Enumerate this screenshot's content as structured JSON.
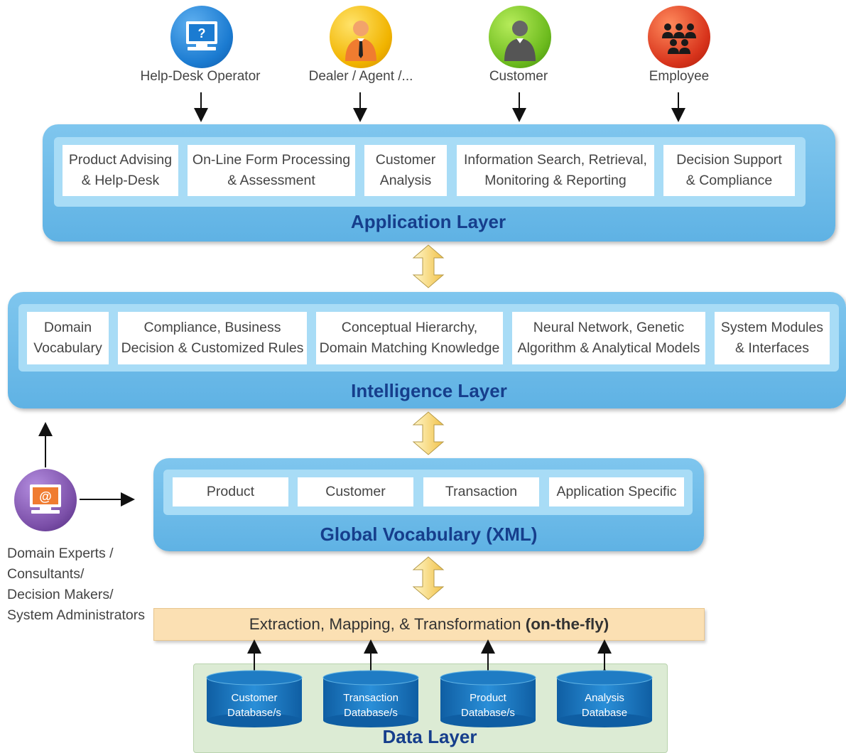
{
  "users": [
    {
      "label": "Help-Desk Operator",
      "icon": "help-desk-monitor-icon",
      "color": "#1b7bd1"
    },
    {
      "label": "Dealer / Agent /...",
      "icon": "dealer-person-icon",
      "color": "#f1b400"
    },
    {
      "label": "Customer",
      "icon": "customer-person-icon",
      "color": "#6dbb1e"
    },
    {
      "label": "Employee",
      "icon": "employee-group-icon",
      "color": "#d8341c"
    }
  ],
  "application_layer": {
    "title": "Application Layer",
    "boxes": [
      "Product Advising\n& Help-Desk",
      "On-Line Form Processing\n& Assessment",
      "Customer\nAnalysis",
      "Information Search, Retrieval,\nMonitoring & Reporting",
      "Decision Support\n& Compliance"
    ]
  },
  "intelligence_layer": {
    "title": "Intelligence Layer",
    "boxes": [
      "Domain\nVocabulary",
      "Compliance, Business\nDecision & Customized Rules",
      "Conceptual Hierarchy,\nDomain Matching Knowledge",
      "Neural Network, Genetic\nAlgorithm & Analytical Models",
      "System Modules\n& Interfaces"
    ]
  },
  "global_vocabulary": {
    "title": "Global Vocabulary (XML)",
    "boxes": [
      "Product",
      "Customer",
      "Transaction",
      "Application Specific"
    ]
  },
  "domain_experts": {
    "label": "Domain Experts /\nConsultants/\nDecision Makers/\nSystem Administrators",
    "icon": "email-monitor-icon",
    "color": "#7b4fa8"
  },
  "extraction": {
    "text": "Extraction, Mapping, & Transformation ",
    "bold": "(on-the-fly)"
  },
  "data_layer": {
    "title": "Data Layer",
    "databases": [
      "Customer\nDatabase/s",
      "Transaction\nDatabase/s",
      "Product\nDatabase/s",
      "Analysis\nDatabase"
    ]
  },
  "colors": {
    "layer_blue": "#7fc6ee",
    "title_navy": "#163e8c",
    "extraction_bg": "#fbe0b3",
    "data_bg": "#dcebd4",
    "cylinder": "#1f7cc4"
  }
}
